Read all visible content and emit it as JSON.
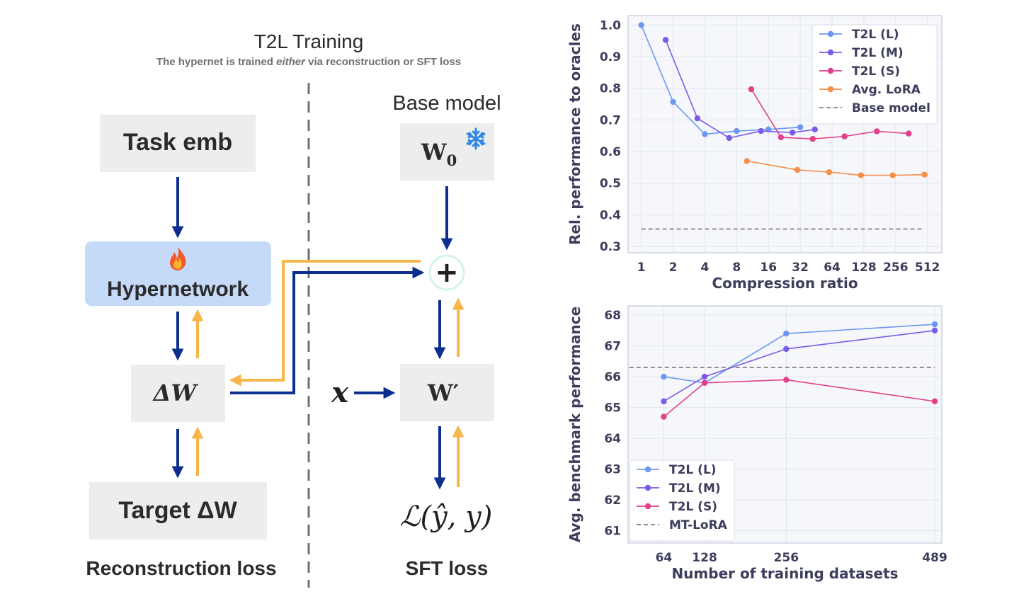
{
  "diagram": {
    "title": "T2L Training",
    "subtitle_pre": "The hypernet is trained ",
    "subtitle_em": "either",
    "subtitle_post": " via reconstruction or SFT loss",
    "base_model_label": "Base model",
    "task_emb": "Task emb",
    "hypernetwork": "Hypernetwork",
    "delta_w": "ΔW",
    "target_delta_w": "Target ΔW",
    "w0_main": "W",
    "w0_sub": "0",
    "w_prime": "W′",
    "x_label": "x",
    "plus": "+",
    "loss_formula": "ℒ(ŷ, y)",
    "reconstruction_loss": "Reconstruction loss",
    "sft_loss": "SFT loss",
    "snowflake_icon": "snowflake-icon",
    "fire_icon": "fire-icon",
    "colors": {
      "forward": "#0b2e8f",
      "backward": "#f7b54a",
      "box": "#ededed",
      "hyper": "#c5d9f8"
    }
  },
  "chart_data": [
    {
      "type": "line",
      "xlabel": "Compression ratio",
      "ylabel": "Rel. performance to oracles",
      "x_scale": "log2",
      "x_ticks": [
        1,
        2,
        4,
        8,
        16,
        32,
        64,
        128,
        256,
        512
      ],
      "x_tick_labels": [
        "1",
        "2",
        "4",
        "8",
        "16",
        "32",
        "64",
        "128",
        "256",
        "512"
      ],
      "xlim": [
        0.75,
        700
      ],
      "ylim": [
        0.28,
        1.03
      ],
      "y_ticks": [
        0.3,
        0.4,
        0.5,
        0.6,
        0.7,
        0.8,
        0.9,
        1.0
      ],
      "y_tick_labels": [
        "0.3",
        "0.4",
        "0.5",
        "0.6",
        "0.7",
        "0.8",
        "0.9",
        "1.0"
      ],
      "grid": true,
      "legend_position": "top-right",
      "series": [
        {
          "name": "T2L (L)",
          "color": "#6b98f2",
          "style": "solid",
          "x": [
            1,
            2,
            4,
            8,
            16,
            32
          ],
          "y": [
            1.0,
            0.757,
            0.655,
            0.665,
            0.67,
            0.677
          ]
        },
        {
          "name": "T2L (M)",
          "color": "#7b5ae8",
          "style": "solid",
          "x": [
            1.7,
            3.4,
            6.8,
            13.6,
            27,
            44
          ],
          "y": [
            0.953,
            0.705,
            0.643,
            0.665,
            0.66,
            0.67
          ]
        },
        {
          "name": "T2L (S)",
          "color": "#e0418b",
          "style": "solid",
          "x": [
            11,
            21,
            42,
            84,
            170,
            340
          ],
          "y": [
            0.797,
            0.645,
            0.64,
            0.648,
            0.664,
            0.657
          ]
        },
        {
          "name": "Avg. LoRA",
          "color": "#f58f4a",
          "style": "solid",
          "x": [
            10,
            30,
            60,
            120,
            240,
            480
          ],
          "y": [
            0.57,
            0.542,
            0.535,
            0.525,
            0.525,
            0.527
          ]
        },
        {
          "name": "Base model",
          "color": "#808080",
          "style": "dashed",
          "x": [
            1,
            480
          ],
          "y": [
            0.355,
            0.355
          ]
        }
      ]
    },
    {
      "type": "line",
      "xlabel": "Number of training datasets",
      "ylabel": "Avg. benchmark performance",
      "x_ticks": [
        64,
        128,
        256,
        489
      ],
      "x_tick_labels": [
        "64",
        "128",
        "256",
        "489"
      ],
      "xlim": [
        8,
        500
      ],
      "ylim": [
        60.6,
        68.3
      ],
      "y_ticks": [
        61,
        62,
        63,
        64,
        65,
        66,
        67,
        68
      ],
      "y_tick_labels": [
        "61",
        "62",
        "63",
        "64",
        "65",
        "66",
        "67",
        "68"
      ],
      "grid": true,
      "legend_position": "bottom-left",
      "series": [
        {
          "name": "T2L (L)",
          "color": "#6b98f2",
          "style": "solid",
          "x": [
            64,
            128,
            256,
            489
          ],
          "y": [
            66.0,
            65.8,
            67.4,
            67.7
          ]
        },
        {
          "name": "T2L (M)",
          "color": "#7b5ae8",
          "style": "solid",
          "x": [
            64,
            128,
            256,
            489
          ],
          "y": [
            65.2,
            66.0,
            66.9,
            67.5
          ]
        },
        {
          "name": "T2L (S)",
          "color": "#e0418b",
          "style": "solid",
          "x": [
            64,
            128,
            256,
            489
          ],
          "y": [
            64.7,
            65.8,
            65.9,
            65.2
          ]
        },
        {
          "name": "MT-LoRA",
          "color": "#808080",
          "style": "dashed",
          "x": [
            10,
            489
          ],
          "y": [
            66.3,
            66.3
          ]
        }
      ]
    }
  ]
}
